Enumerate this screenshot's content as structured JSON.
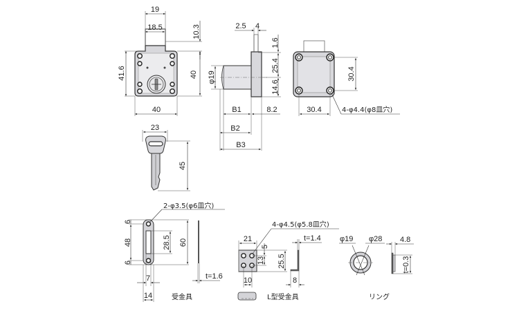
{
  "front_view": {
    "width_top": "19",
    "width_latch": "18.5",
    "latch_height": "10.3",
    "total_height": "41.6",
    "body_height": "40",
    "body_width": "40"
  },
  "side_view": {
    "t1": "2.5",
    "t2": "4",
    "top_offset": "1.6",
    "upper": "25.4",
    "lower": "14.6",
    "cylinder_dia": "φ19",
    "b1": "B1",
    "b2": "B2",
    "b3": "B3",
    "flange": "8.2"
  },
  "back_view": {
    "hole_pitch_v": "30.4",
    "hole_pitch_h": "30.4",
    "hole_callout": "4-φ4.4(φ8皿穴)"
  },
  "key": {
    "width": "23",
    "length": "45"
  },
  "strike_plate": {
    "hole_callout": "2-φ3.5(φ6皿穴)",
    "top_margin": "6",
    "pitch": "48",
    "bottom_margin": "6",
    "slot_length": "28.5",
    "total_length": "60",
    "slot_width": "7",
    "width": "14",
    "thickness": "t=1.6",
    "caption": "受金具"
  },
  "l_strike": {
    "hole_callout": "4-φ4.5(φ5.8皿穴)",
    "width": "21",
    "top_margin": "5",
    "pitch_v": "13",
    "height": "25.5",
    "pitch_h": "10",
    "thickness": "t=1.4",
    "depth": "8",
    "caption": "L型受金具"
  },
  "ring": {
    "inner_dia": "φ19",
    "outer_dia": "φ28",
    "depth": "4.8",
    "thickness": "t=0.3",
    "caption": "リング"
  }
}
